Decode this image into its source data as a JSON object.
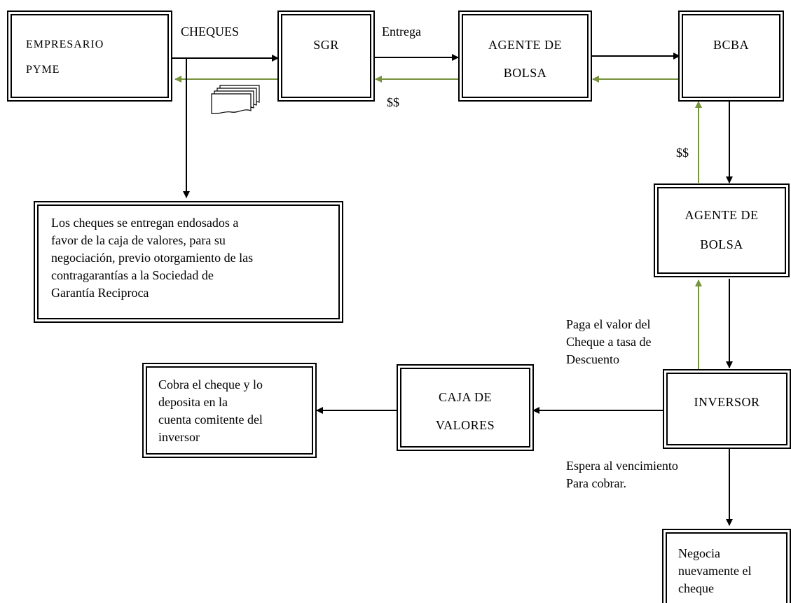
{
  "boxes": {
    "empresario_pyme": {
      "line1": "EMPRESARIO",
      "line2": "PYME"
    },
    "sgr": "SGR",
    "agente_bolsa_top": {
      "line1": "AGENTE DE",
      "line2": "BOLSA"
    },
    "bcba": "BCBA",
    "note_cheques": "Los cheques se  entregan endosados a\nfavor de la caja de valores, para su\nnegociación, previo otorgamiento de las\ncontragarantías a la Sociedad de\nGarantía Reciproca",
    "agente_bolsa_right": {
      "line1": "AGENTE DE",
      "line2": "BOLSA"
    },
    "inversor": "INVERSOR",
    "caja_valores": {
      "line1": "CAJA DE",
      "line2": "VALORES"
    },
    "cobra_cheque": "Cobra el cheque y lo\ndeposita en la\ncuenta comitente del\ninversor",
    "negocia": "Negocia\nnuevamente el\ncheque"
  },
  "labels": {
    "cheques": "CHEQUES",
    "entrega": "Entrega",
    "money_top": "$$",
    "money_right": "$$",
    "paga": "Paga el valor del\nCheque a tasa de\nDescuento",
    "espera": "Espera al vencimiento\nPara cobrar."
  },
  "colors": {
    "black_arrow": "#000000",
    "green_arrow": "#77933c"
  }
}
